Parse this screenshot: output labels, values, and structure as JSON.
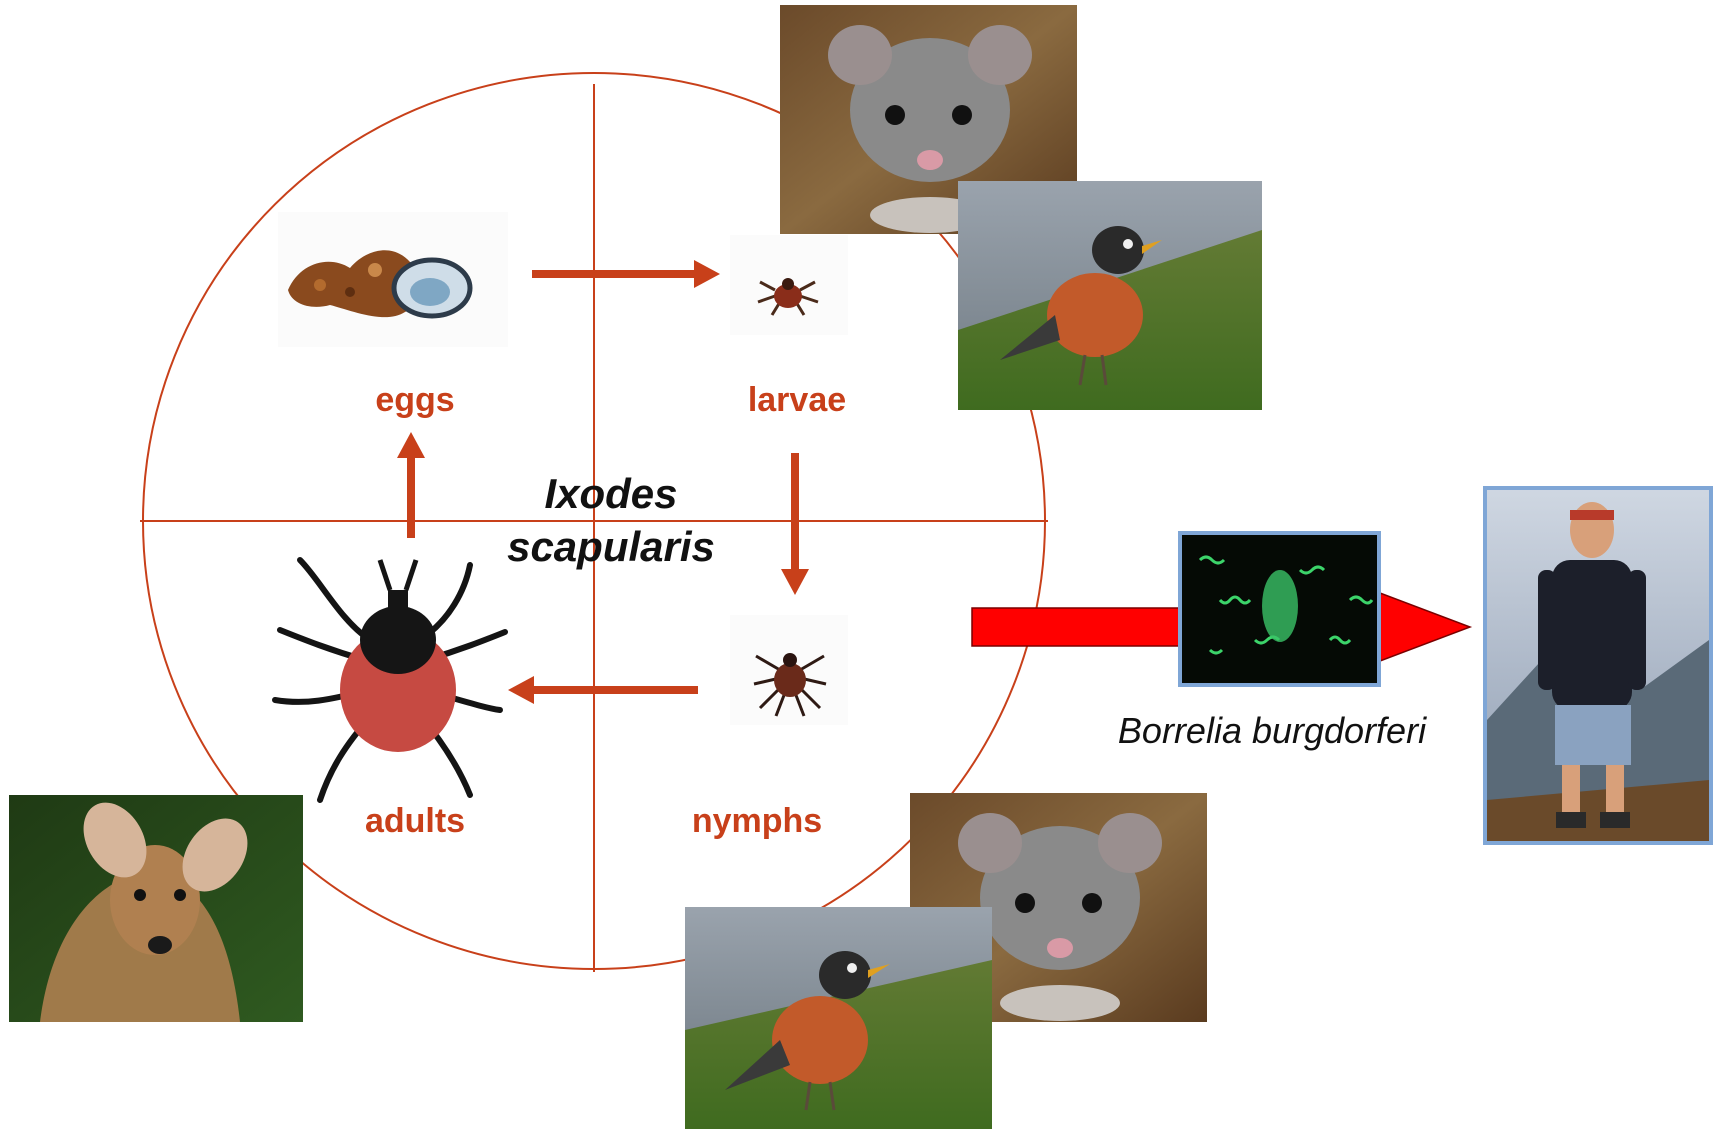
{
  "species_name": {
    "line1": "Ixodes",
    "line2": "scapularis"
  },
  "stages": {
    "eggs": "eggs",
    "larvae": "larvae",
    "nymphs": "nymphs",
    "adults": "adults"
  },
  "pathogen": "Borrelia burgdorferi",
  "colors": {
    "cycle": "#c8401a",
    "transmission_arrow": "#ff0000",
    "photo_frame": "#7fa6d6"
  }
}
